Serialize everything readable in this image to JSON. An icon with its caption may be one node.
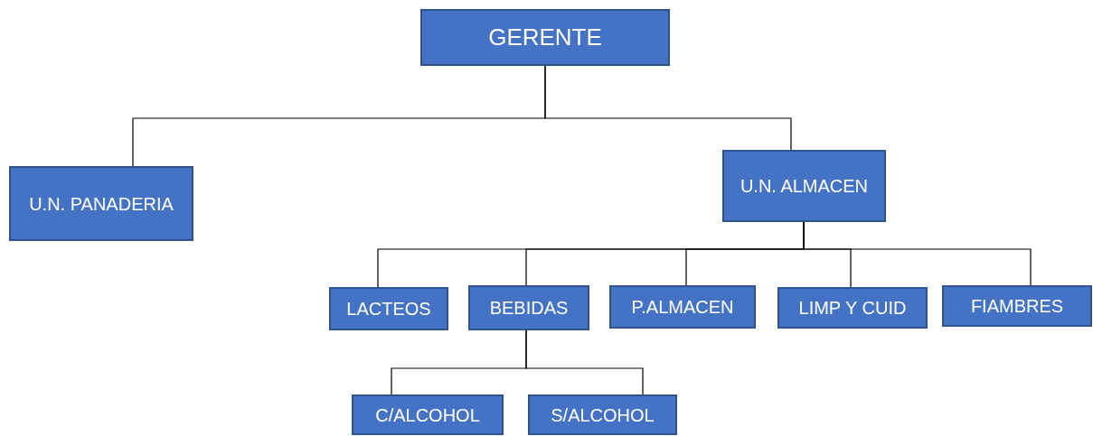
{
  "diagram": {
    "nodes": [
      {
        "text": [
          "GERENTE"
        ]
      },
      {
        "text": [
          "U.N. PANADERIA"
        ]
      },
      {
        "text": [
          "U.N. ALMACEN"
        ]
      },
      {
        "text": [
          "LACTEOS"
        ]
      },
      {
        "text": [
          "BEBIDAS"
        ]
      },
      {
        "text": [
          "P.ALMACEN"
        ]
      },
      {
        "text": [
          "LIMP Y CUID"
        ]
      },
      {
        "text": [
          "FIAMBRES"
        ]
      },
      {
        "text": [
          "C/ALCOHOL"
        ]
      },
      {
        "text": [
          "S/ALCOHOL"
        ]
      }
    ],
    "edges": [
      {
        "from": 0,
        "to": 1,
        "arrow": "none"
      },
      {
        "from": 0,
        "to": 2,
        "arrow": "none"
      },
      {
        "from": 2,
        "to": 3,
        "arrow": "none"
      },
      {
        "from": 2,
        "to": 4,
        "arrow": "none"
      },
      {
        "from": 2,
        "to": 5,
        "arrow": "none"
      },
      {
        "from": 2,
        "to": 6,
        "arrow": "none"
      },
      {
        "from": 2,
        "to": 7,
        "arrow": "none"
      },
      {
        "from": 4,
        "to": 8,
        "arrow": "none"
      },
      {
        "from": 4,
        "to": 9,
        "arrow": "none"
      }
    ]
  }
}
